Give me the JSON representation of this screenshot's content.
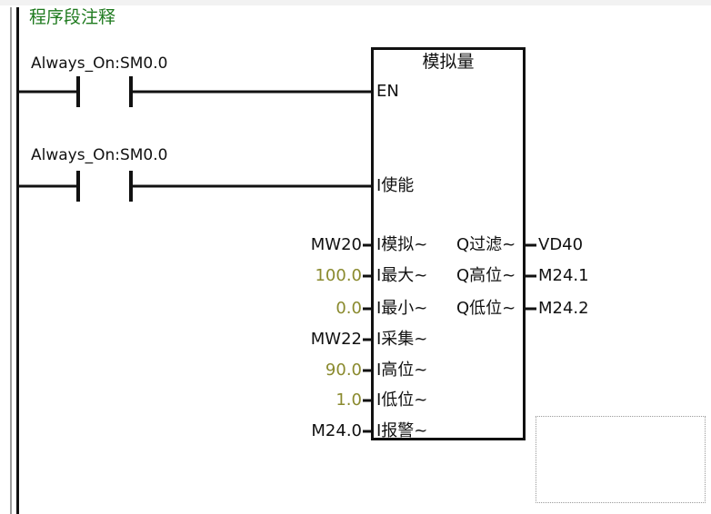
{
  "network": {
    "comment": "程序段注释"
  },
  "contacts": [
    {
      "label": "Always_On:SM0.0"
    },
    {
      "label": "Always_On:SM0.0"
    }
  ],
  "block": {
    "title": "模拟量",
    "inputs": [
      {
        "pin": "EN",
        "param": ""
      },
      {
        "pin": "I使能",
        "param": ""
      },
      {
        "pin": "I模拟~",
        "param": "MW20"
      },
      {
        "pin": "I最大~",
        "param": "100.0"
      },
      {
        "pin": "I最小~",
        "param": "0.0"
      },
      {
        "pin": "I采集~",
        "param": "MW22"
      },
      {
        "pin": "I高位~",
        "param": "90.0"
      },
      {
        "pin": "I低位~",
        "param": "1.0"
      },
      {
        "pin": "I报警~",
        "param": "M24.0"
      }
    ],
    "outputs": [
      {
        "pin": "Q过滤~",
        "param": "VD40"
      },
      {
        "pin": "Q高位~",
        "param": "M24.1"
      },
      {
        "pin": "Q低位~",
        "param": "M24.2"
      }
    ]
  },
  "colors": {
    "comment": "#1e7a1e",
    "constant": "#8a8a2e",
    "wire": "#111111"
  }
}
